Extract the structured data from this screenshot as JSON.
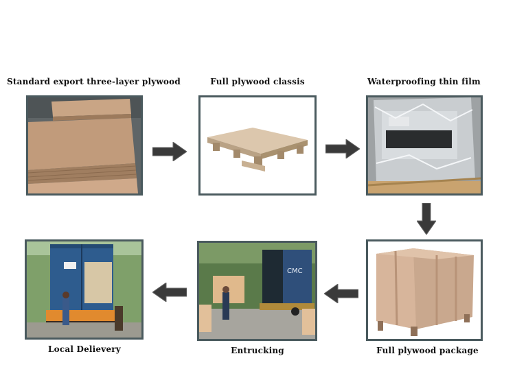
{
  "steps": [
    {
      "label": "Standard export three-layer plywood",
      "image": "plywood-sheets-photo"
    },
    {
      "label": "Full plywood classis",
      "image": "plywood-pallet-photo"
    },
    {
      "label": "Waterproofing thin film",
      "image": "film-wrapped-machine-photo"
    },
    {
      "label": "Full plywood package",
      "image": "plywood-crate-photo"
    },
    {
      "label": "Entrucking",
      "image": "loading-truck-photo"
    },
    {
      "label": "Local Delievery",
      "image": "container-truck-photo"
    }
  ],
  "arrows": [
    "arrow-right-icon",
    "arrow-right-icon",
    "arrow-down-icon",
    "arrow-left-icon",
    "arrow-left-icon"
  ],
  "colors": {
    "frame": "#4a5a5e",
    "arrow_fill": "#3a3a3a",
    "text": "#111111"
  }
}
